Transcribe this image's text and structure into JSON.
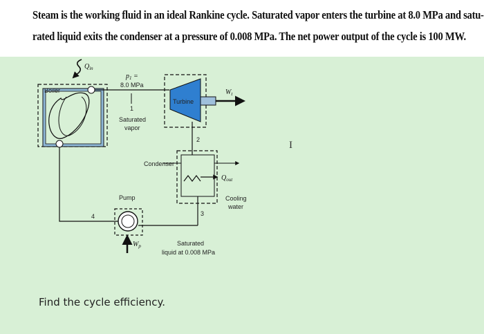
{
  "problem": {
    "line1": "Steam is the working fluid in an ideal Rankine cycle. Saturated vapor enters the turbine at 8.0 MPa and satu-",
    "line2": "rated liquid exits the condenser at a pressure of 0.008 MPa. The net power output of the cycle is 100 MW."
  },
  "diagram": {
    "boiler_label": "Boiler",
    "turbine_label": "Turbine",
    "condenser_label": "Condenser",
    "pump_label": "Pump",
    "q_in": "Q",
    "q_in_sub": "in",
    "q_out": "Q",
    "q_out_sub": "out",
    "p1": "p",
    "p1_sub": "1",
    "p1_eq": " =",
    "p1_value": "8.0 MPa",
    "wt": "W",
    "wt_sub": "t",
    "wp": "W",
    "wp_sub": "p",
    "state1": "1",
    "state2": "2",
    "state3": "3",
    "state4": "4",
    "sat_vapor_line1": "Saturated",
    "sat_vapor_line2": "vapor",
    "sat_liquid_line1": "Saturated",
    "sat_liquid_line2": "liquid at 0.008 MPa",
    "cooling_line1": "Cooling",
    "cooling_line2": "water",
    "cursor_glyph": "I"
  },
  "question": "Find the cycle efficiency.",
  "colors": {
    "panel_bg": "#d8f0d6",
    "turbine_fill": "#2f7fd0",
    "boiler_fill": "#8fb8d8",
    "line": "#222222"
  }
}
